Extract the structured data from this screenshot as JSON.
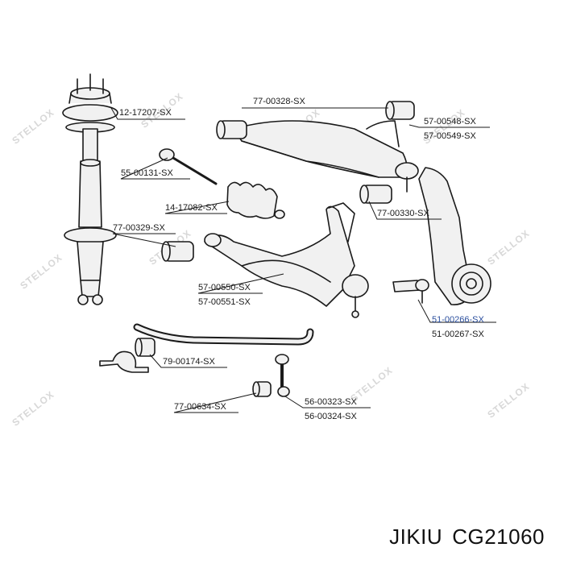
{
  "watermark": "STELLOX",
  "labels": {
    "strut_mount": "12-17207-SX",
    "upper_arm_bushing": "77-00328-SX",
    "upper_ball_joint_1": "57-00548-SX",
    "upper_ball_joint_2": "57-00549-SX",
    "inner_tie_rod": "55-00131-SX",
    "steering_boot": "14-17082-SX",
    "lower_bushing_rear": "77-00330-SX",
    "lower_bushing_front": "77-00329-SX",
    "lower_ball_joint_1": "57-00550-SX",
    "lower_ball_joint_2": "57-00551-SX",
    "tie_rod_end_1": "51-00266-SX",
    "tie_rod_end_2": "51-00267-SX",
    "stabilizer_bushing": "79-00174-SX",
    "link_bushing": "77-00634-SX",
    "stabilizer_link_1": "56-00323-SX",
    "stabilizer_link_2": "56-00324-SX"
  },
  "footer": {
    "brand": "JIKIU",
    "part_number": "CG21060"
  }
}
